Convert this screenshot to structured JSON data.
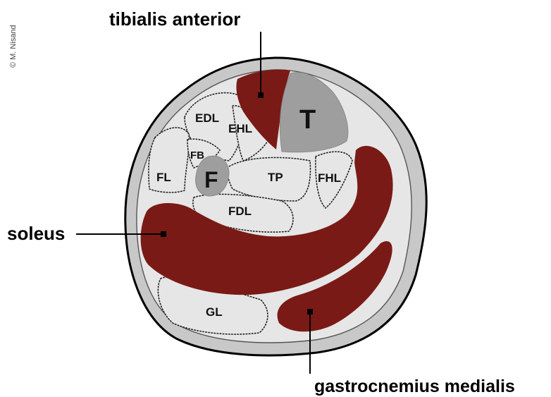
{
  "copyright": "© M. Nisand",
  "labels": {
    "tibialis_anterior": "tibialis anterior",
    "soleus": "soleus",
    "gastrocnemius_medialis": "gastrocnemius medialis"
  },
  "bones": {
    "tibia": "T",
    "fibula": "F"
  },
  "muscles": {
    "edl": "EDL",
    "ehl": "EHL",
    "fb": "FB",
    "fl": "FL",
    "tp": "TP",
    "fhl": "FHL",
    "fdl": "FDL",
    "gl": "GL"
  },
  "colors": {
    "highlighted_muscle": "#7a1a16",
    "bone": "#9e9e9e",
    "skin": "#c8c8c8",
    "muscle_fill": "#e6e6e6"
  }
}
